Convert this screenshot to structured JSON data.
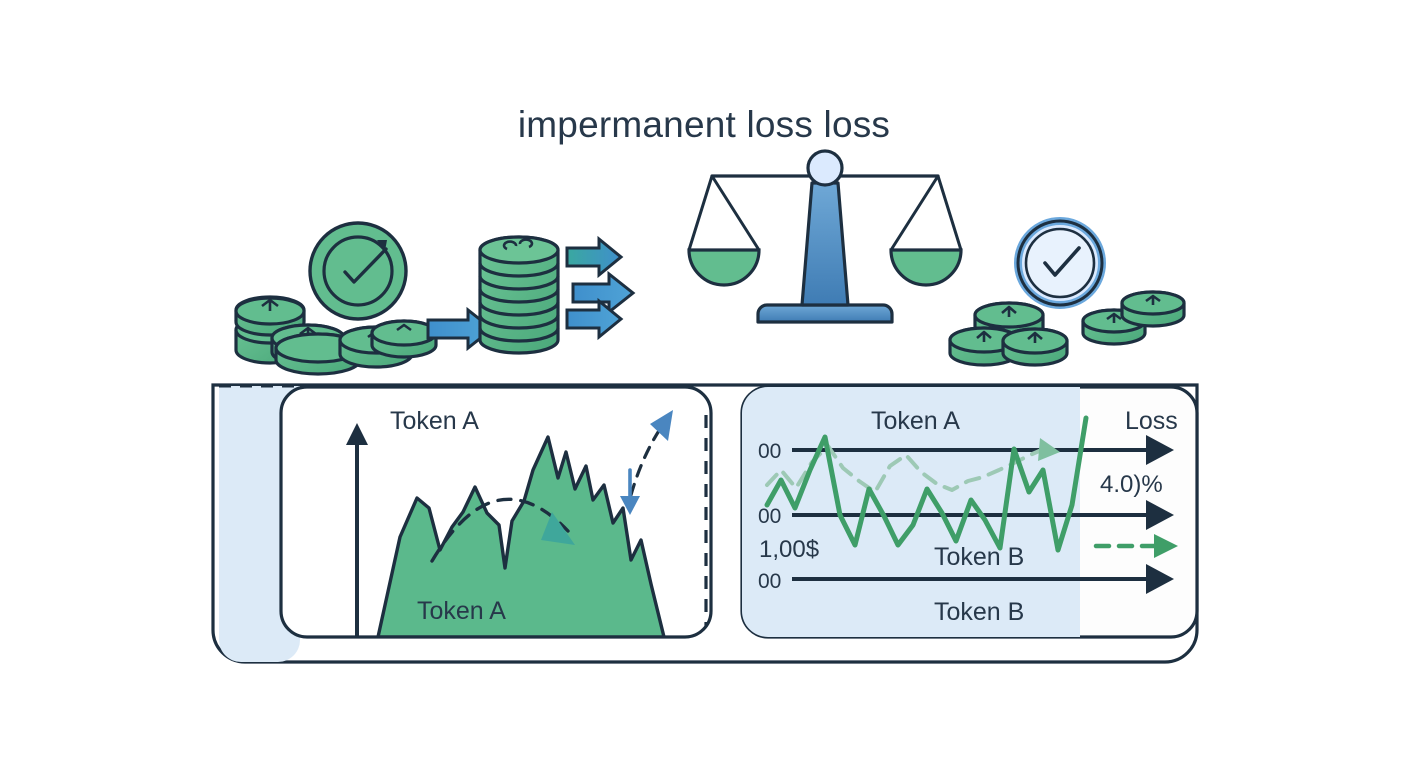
{
  "page": {
    "title": "impermanent loss loss",
    "background": "#ffffff",
    "title_color": "#27384a"
  },
  "palette": {
    "ink": "#1d2f40",
    "green_fill": "#5bb98c",
    "green_line": "#3f9e68",
    "green_dark": "#2f8f5b",
    "blue_panel": "#dceaf7",
    "blue_arrow_a": "#3f8fcc",
    "blue_arrow_b": "#3aa8a0",
    "teal": "#3fa79b",
    "clock_fill": "#dbeafe",
    "clock_ring": "#6ba8dd",
    "scale_blue": "#4a86c0"
  },
  "icons": {
    "coin_pile_left": "coin-pile-icon",
    "clock_green": "green-clock-icon",
    "coin_stack": "coin-stack-icon",
    "arrow_in": "blue-arrow-right-icon",
    "arrow_out_1": "blue-arrow-right-icon",
    "arrow_out_2": "blue-arrow-right-icon",
    "arrow_out_3": "blue-arrow-right-icon",
    "balance_scale": "balance-scale-icon",
    "check_clock": "check-circle-icon",
    "coin_pile_right": "coin-pile-icon"
  },
  "left_panel": {
    "label_top": "Token A",
    "label_inside": "Token A",
    "y_axis_icon": "up-arrow-axis-icon",
    "arc_arrow_icon": "dashed-arc-arrow-icon",
    "up_arrow_icon": "dashed-up-arrow-icon",
    "down_arrow_icon": "down-arrow-icon",
    "dashed_edge_icon": "dashed-right-edge-icon"
  },
  "right_panel": {
    "label_token_a": "Token A",
    "label_token_b_mid": "Token B",
    "label_token_b_bottom": "Token B",
    "label_loss": "Loss",
    "label_percent": "4.0)%",
    "y_axis_labels": [
      "00",
      "00",
      "1,00$",
      "00"
    ],
    "dashed_arrow_icon": "green-dashed-arrow-icon"
  },
  "chart_data": [
    {
      "type": "area",
      "title": "Token A",
      "xlabel": "",
      "ylabel": "",
      "series": [
        {
          "name": "Token A",
          "x": [
            0,
            6,
            11,
            16,
            21,
            26,
            31,
            36,
            41,
            46,
            52,
            57,
            63,
            68,
            73,
            78,
            83,
            88,
            94,
            100
          ],
          "values": [
            0,
            52,
            40,
            30,
            44,
            58,
            40,
            36,
            44,
            12,
            8,
            78,
            100,
            64,
            78,
            56,
            68,
            44,
            52,
            0
          ]
        }
      ],
      "grid": false,
      "legend": "none",
      "annotations": [
        {
          "type": "dashed-arc-arrow",
          "color": "#3fa79b",
          "direction": "down-right"
        },
        {
          "type": "dashed-arrow",
          "color": "#4a86c0",
          "direction": "up-right"
        },
        {
          "type": "arrow",
          "color": "#4a86c0",
          "direction": "down"
        }
      ]
    },
    {
      "type": "line",
      "title": "Token A",
      "xlabel": "",
      "ylabel": "",
      "ylim": [
        0,
        100
      ],
      "ytick_labels": [
        "00",
        "00",
        "1,00$",
        "00"
      ],
      "grid": false,
      "legend": "none",
      "series": [
        {
          "name": "Token A",
          "style": "solid",
          "color": "#3f9e68",
          "x": [
            0,
            4,
            8,
            12,
            16,
            20,
            24,
            28,
            32,
            36,
            40,
            44,
            48,
            52,
            56,
            60,
            64,
            68,
            72,
            76,
            80,
            84,
            88
          ],
          "values": [
            48,
            58,
            44,
            62,
            88,
            52,
            36,
            20,
            60,
            36,
            30,
            44,
            58,
            38,
            46,
            34,
            62,
            42,
            26,
            72,
            52,
            22,
            100
          ]
        },
        {
          "name": "Token B",
          "style": "dashed",
          "color": "#9dc9b5",
          "x": [
            0,
            6,
            12,
            18,
            24,
            30,
            36,
            42,
            48,
            54,
            60,
            66,
            72,
            78,
            84
          ],
          "values": [
            62,
            70,
            58,
            66,
            78,
            56,
            44,
            54,
            66,
            58,
            50,
            54,
            62,
            70,
            78
          ]
        }
      ],
      "annotations": [
        {
          "type": "arrow",
          "color": "#1d2f40",
          "label": "Loss"
        },
        {
          "type": "text",
          "text": "4.0)%"
        },
        {
          "type": "dashed-arrow",
          "color": "#3f9e68"
        }
      ]
    }
  ]
}
